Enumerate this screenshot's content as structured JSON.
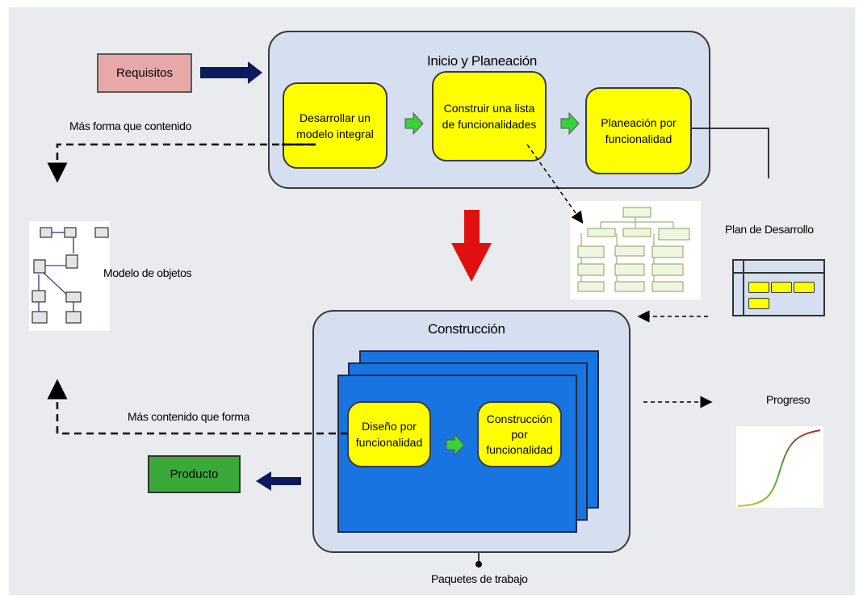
{
  "requisitos": "Requisitos",
  "inicio_title": "Inicio y Planeación",
  "step1": "Desarrollar un modelo integral",
  "step2": "Construir una lista de funcionalidades",
  "step3": "Planeación por funcionalidad",
  "mas_forma": "Más forma que contenido",
  "modelo_objetos": "Modelo de objetos",
  "plan_desarrollo": "Plan de Desarrollo",
  "construccion_title": "Construcción",
  "diseno": "Diseño por funcionalidad",
  "construccion_func": "Construcción por funcionalidad",
  "mas_contenido": "Más contenido que forma",
  "producto": "Producto",
  "progreso": "Progreso",
  "paquetes": "Paquetes de trabajo",
  "colors": {
    "background": "#e9ebee",
    "panel": "#d5dff0",
    "step_box": "#ffff00",
    "requisitos": "#e8a8a8",
    "producto": "#3aa93a",
    "card": "#1874e0",
    "dark_arrow": "#0b1a5e",
    "red_arrow": "#e01010",
    "green_arrow": "#38d138"
  }
}
